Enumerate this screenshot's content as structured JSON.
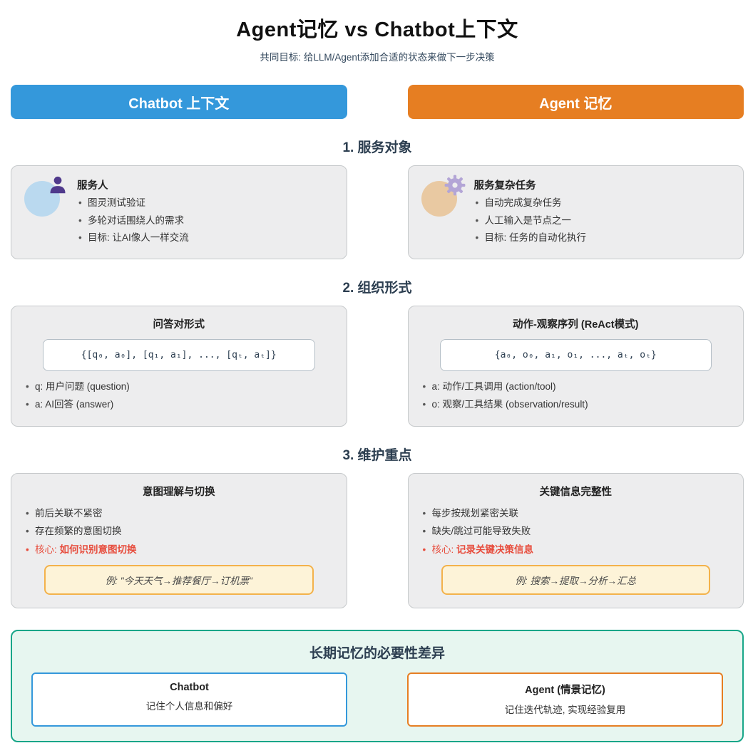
{
  "header": {
    "title": "Agent记忆 vs Chatbot上下文",
    "subtitle": "共同目标: 给LLM/Agent添加合适的状态来做下一步决策"
  },
  "columns": {
    "chatbot_label": "Chatbot 上下文",
    "agent_label": "Agent 记忆"
  },
  "colors": {
    "chatbot_blue": "#3498db",
    "agent_orange": "#e67e22",
    "section_heading": "#2c3e50",
    "highlight_red": "#e74c3c",
    "summary_border_teal": "#18a689",
    "summary_bg_mint": "#e7f6f0",
    "example_bg": "#fdf3d8",
    "example_border": "#f3b24b",
    "card_bg": "#ededee",
    "person_icon_circle": "#bad9ef",
    "person_icon_glyph": "#503a8c",
    "gear_icon_circle": "#e9c9a2",
    "gear_icon_glyph": "#b3a5d6"
  },
  "icons": {
    "chatbot_service": "person-icon",
    "agent_service": "gear-icon"
  },
  "sections": [
    {
      "heading": "1. 服务对象",
      "chatbot": {
        "title": "服务人",
        "bullets": [
          "图灵测试验证",
          "多轮对话围绕人的需求",
          "目标: 让AI像人一样交流"
        ]
      },
      "agent": {
        "title": "服务复杂任务",
        "bullets": [
          "自动完成复杂任务",
          "人工输入是节点之一",
          "目标: 任务的自动化执行"
        ]
      }
    },
    {
      "heading": "2. 组织形式",
      "chatbot": {
        "title": "问答对形式",
        "formula": "{[q₀, a₀], [q₁, a₁], ..., [qₜ, aₜ]}",
        "bullets": [
          "q: 用户问题 (question)",
          "a: AI回答 (answer)"
        ]
      },
      "agent": {
        "title": "动作-观察序列 (ReAct模式)",
        "formula": "{a₀, o₀, a₁, o₁, ..., aₜ, oₜ}",
        "bullets": [
          "a: 动作/工具调用 (action/tool)",
          "o: 观察/工具结果 (observation/result)"
        ]
      }
    },
    {
      "heading": "3. 维护重点",
      "chatbot": {
        "title": "意图理解与切换",
        "bullets": [
          "前后关联不紧密",
          "存在频繁的意图切换"
        ],
        "core_prefix": "核心: ",
        "core_highlight": "如何识别意图切换",
        "example": "例: \"今天天气→推荐餐厅→订机票\""
      },
      "agent": {
        "title": "关键信息完整性",
        "bullets": [
          "每步按规划紧密关联",
          "缺失/跳过可能导致失败"
        ],
        "core_prefix": "核心: ",
        "core_highlight": "记录关键决策信息",
        "example": "例: 搜索→提取→分析→汇总"
      }
    }
  ],
  "summary": {
    "title": "长期记忆的必要性差异",
    "chatbot": {
      "name": "Chatbot",
      "desc": "记住个人信息和偏好"
    },
    "agent": {
      "name": "Agent (情景记忆)",
      "desc": "记住迭代轨迹, 实现经验复用"
    }
  }
}
